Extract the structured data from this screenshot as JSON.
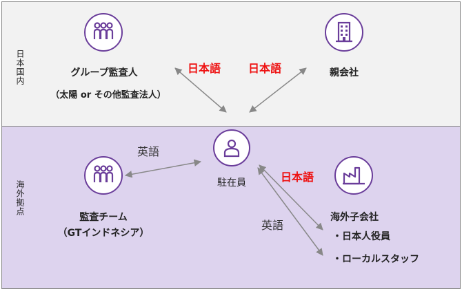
{
  "regions": {
    "domestic": {
      "label": "日本国内"
    },
    "overseas": {
      "label": "海外拠点"
    }
  },
  "nodes": {
    "group_auditor": {
      "label": "グループ監査人",
      "sublabel": "（太陽 or その他監査法人）",
      "icon": "people-group-icon"
    },
    "parent_company": {
      "label": "親会社",
      "icon": "building-icon"
    },
    "expat": {
      "label": "駐在員",
      "icon": "person-icon"
    },
    "audit_team": {
      "label": "監査チーム",
      "sublabel": "（GTインドネシア）",
      "icon": "people-group-icon"
    },
    "subsidiary": {
      "label": "海外子会社",
      "items": [
        "・日本人役員",
        "・ローカルスタッフ"
      ],
      "icon": "factory-icon"
    }
  },
  "edge_labels": {
    "japanese_1": "日本語",
    "japanese_2": "日本語",
    "english_team": "英語",
    "japanese_sub": "日本語",
    "english_sub": "英語"
  },
  "colors": {
    "accent": "#6a3d9a",
    "japanese_label": "#ee1111",
    "arrow": "#888888",
    "overseas_bg": "#ddd3ee",
    "domestic_bg": "#f2f2f2"
  }
}
